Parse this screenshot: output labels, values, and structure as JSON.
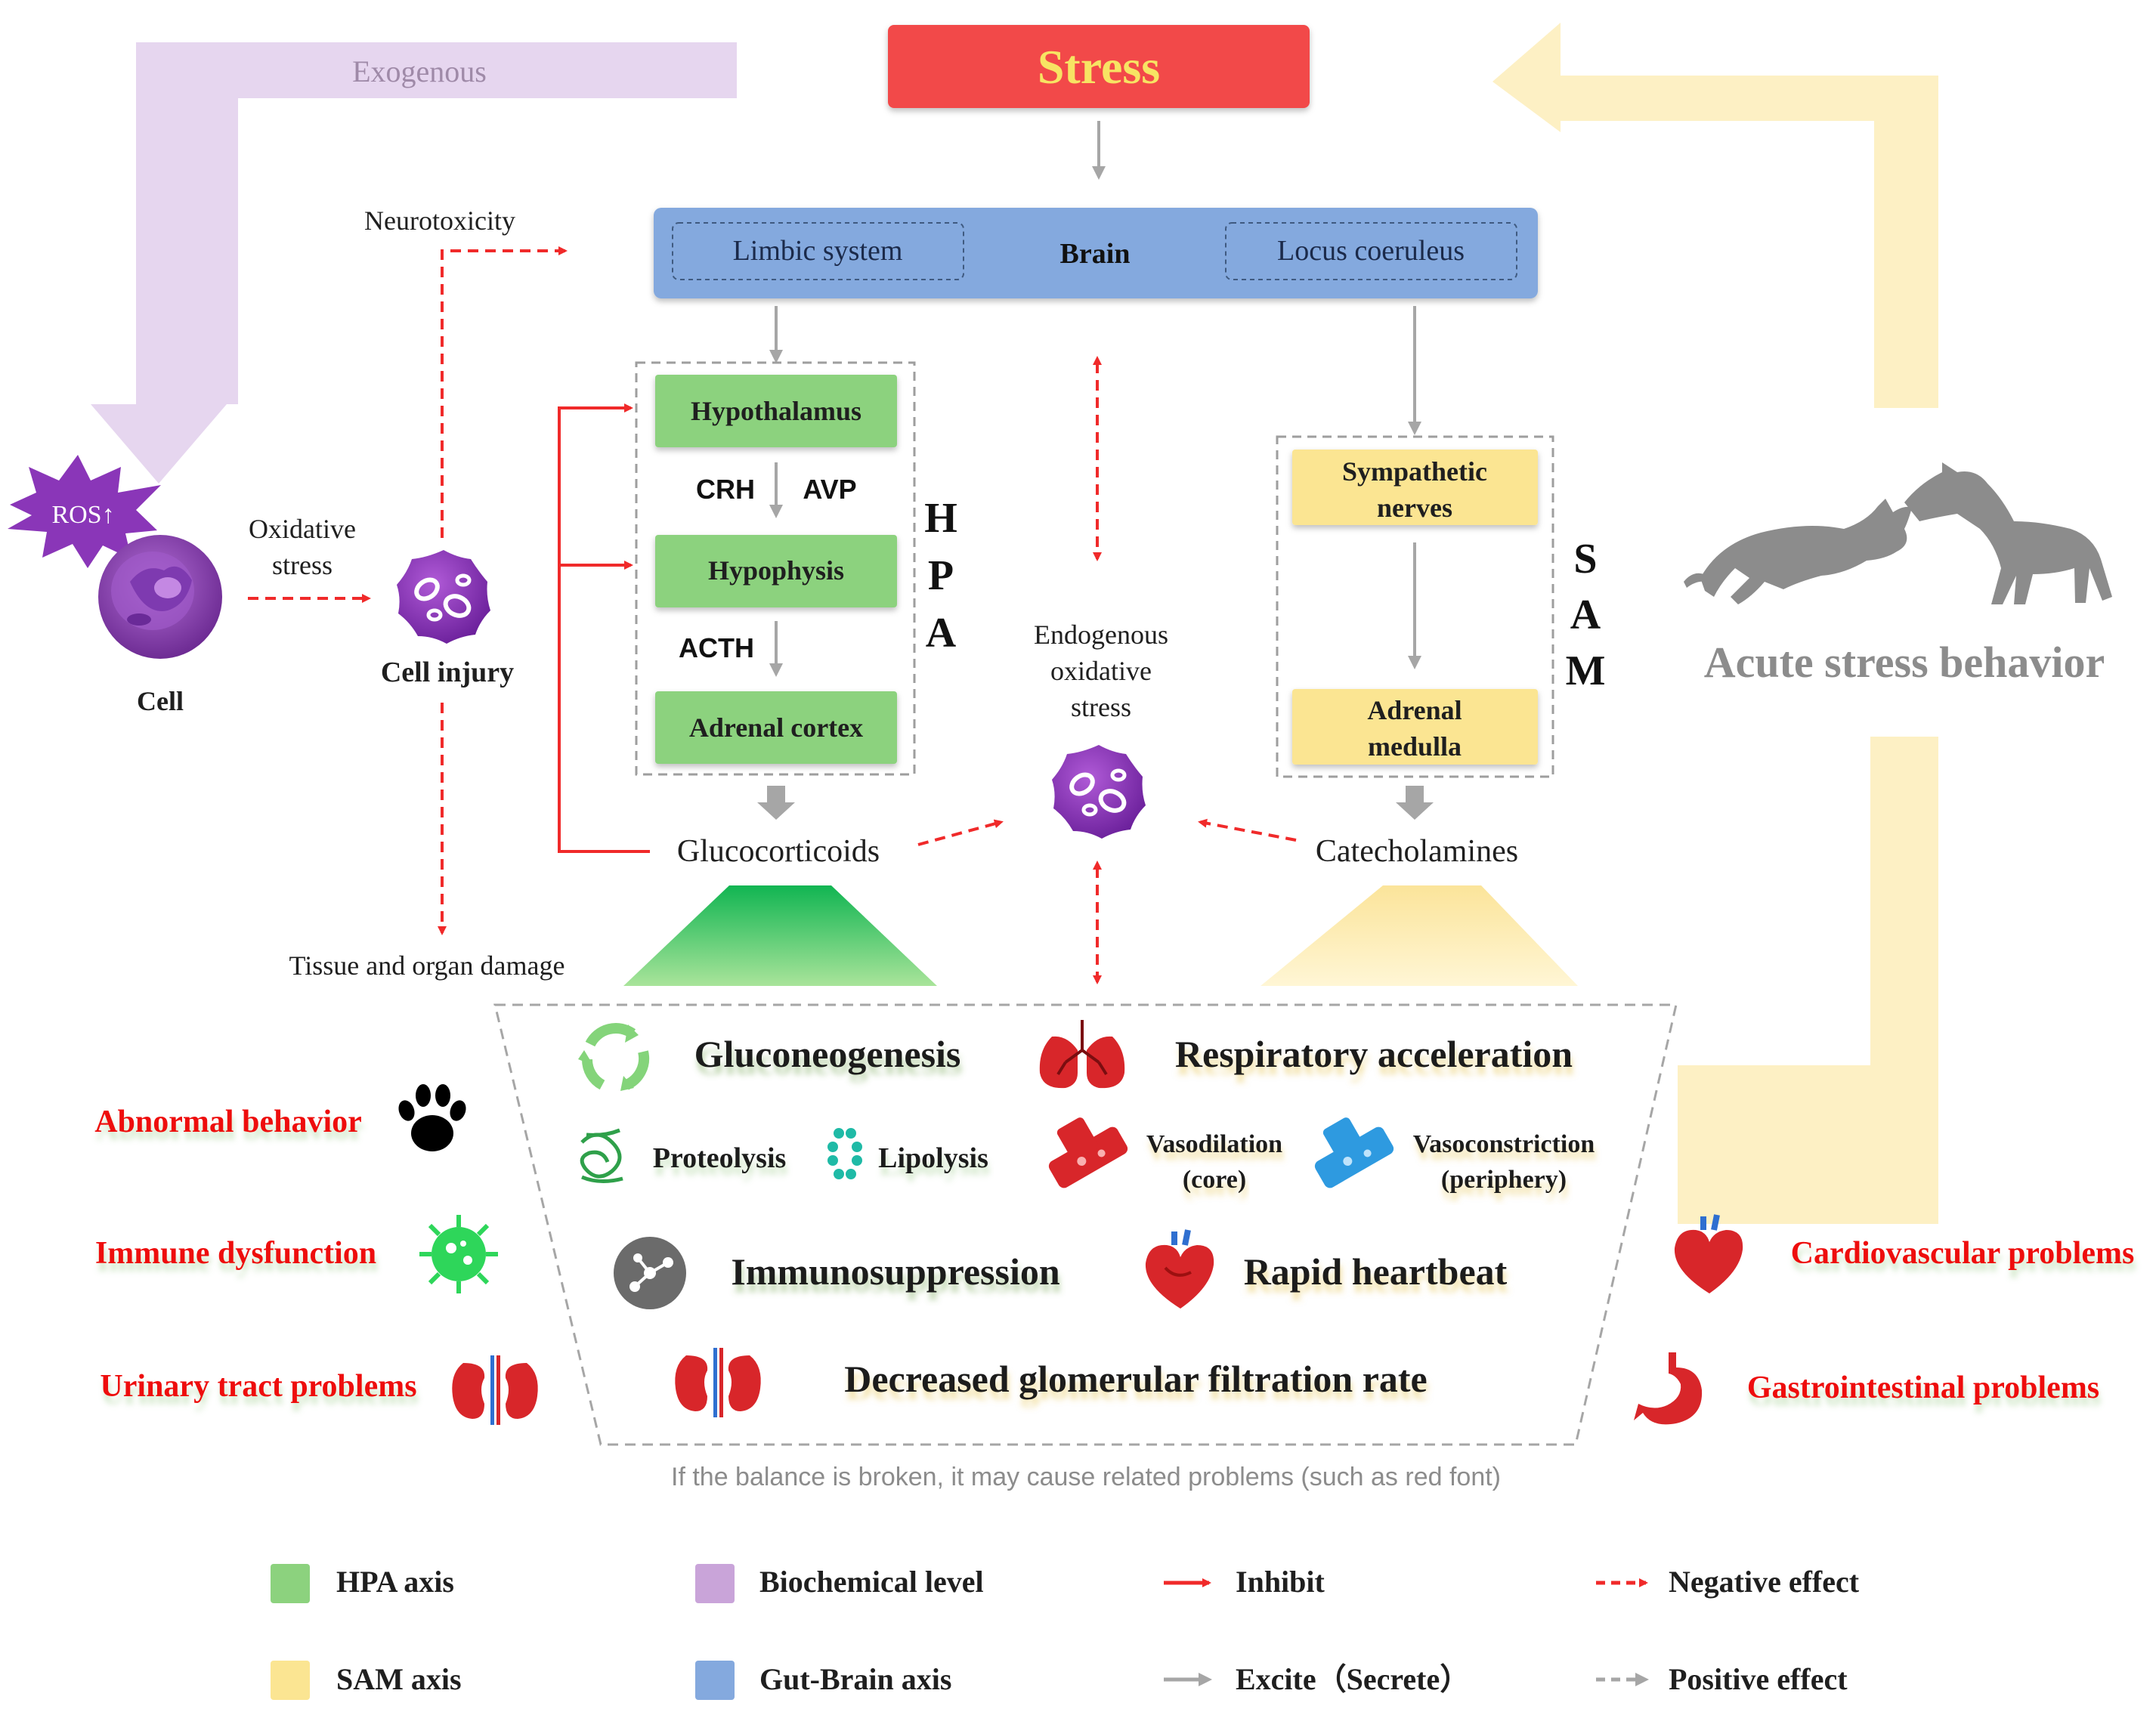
{
  "title": "Stress",
  "exogenous_label": "Exogenous",
  "acute_label": "Acute stress behavior",
  "brain": {
    "left": "Limbic system",
    "center": "Brain",
    "right": "Locus coeruleus"
  },
  "left_branch": {
    "neurotoxicity": "Neurotoxicity",
    "ros": "ROS↑",
    "cell": "Cell",
    "oxidative_line1": "Oxidative",
    "oxidative_line2": "stress",
    "cell_injury": "Cell injury",
    "tissue_damage": "Tissue and organ damage"
  },
  "hpa": {
    "hypothalamus": "Hypothalamus",
    "crh": "CRH",
    "avp": "AVP",
    "hypophysis": "Hypophysis",
    "acth": "ACTH",
    "adrenal_cortex": "Adrenal cortex",
    "letters": [
      "H",
      "P",
      "A"
    ],
    "output": "Glucocorticoids"
  },
  "sam": {
    "sympathetic_line1": "Sympathetic",
    "sympathetic_line2": "nerves",
    "adrenal_line1": "Adrenal",
    "adrenal_line2": "medulla",
    "letters": [
      "S",
      "A",
      "M"
    ],
    "output": "Catecholamines"
  },
  "endogenous": {
    "line1": "Endogenous",
    "line2": "oxidative",
    "line3": "stress"
  },
  "effects": {
    "gluconeogenesis": "Gluconeogenesis",
    "respiratory": "Respiratory acceleration",
    "proteolysis": "Proteolysis",
    "lipolysis": "Lipolysis",
    "vasodilation_line1": "Vasodilation",
    "vasodilation_line2": "(core)",
    "vasoconstriction_line1": "Vasoconstriction",
    "vasoconstriction_line2": "(periphery)",
    "immunosuppression": "Immunosuppression",
    "rapid_heartbeat": "Rapid heartbeat",
    "gfr": "Decreased glomerular filtration rate"
  },
  "problems": {
    "abnormal_behavior": "Abnormal behavior",
    "immune": "Immune dysfunction",
    "urinary": "Urinary tract problems",
    "cardiovascular": "Cardiovascular problems",
    "gastrointestinal": "Gastrointestinal problems"
  },
  "balance_note": "If the balance is broken, it may cause related problems (such as red font)",
  "legend": {
    "hpa": "HPA axis",
    "sam": "SAM axis",
    "biochemical": "Biochemical level",
    "gut_brain": "Gut-Brain axis",
    "inhibit": "Inhibit",
    "excite": "Excite（Secrete）",
    "negative": "Negative effect",
    "positive": "Positive effect"
  },
  "colors": {
    "stress_red": "#f24a4a",
    "stress_text": "#f7e463",
    "brain_blue": "#84a9de",
    "hpa_green": "#8cd27e",
    "sam_yellow": "#fbe592",
    "biochemical_purple": "#c9a4d9",
    "problem_red": "#ee1111",
    "arrow_gray": "#a6a6a6",
    "exogenous_purple": "#e6d6ef",
    "acute_yellow": "#fdf0c4"
  }
}
